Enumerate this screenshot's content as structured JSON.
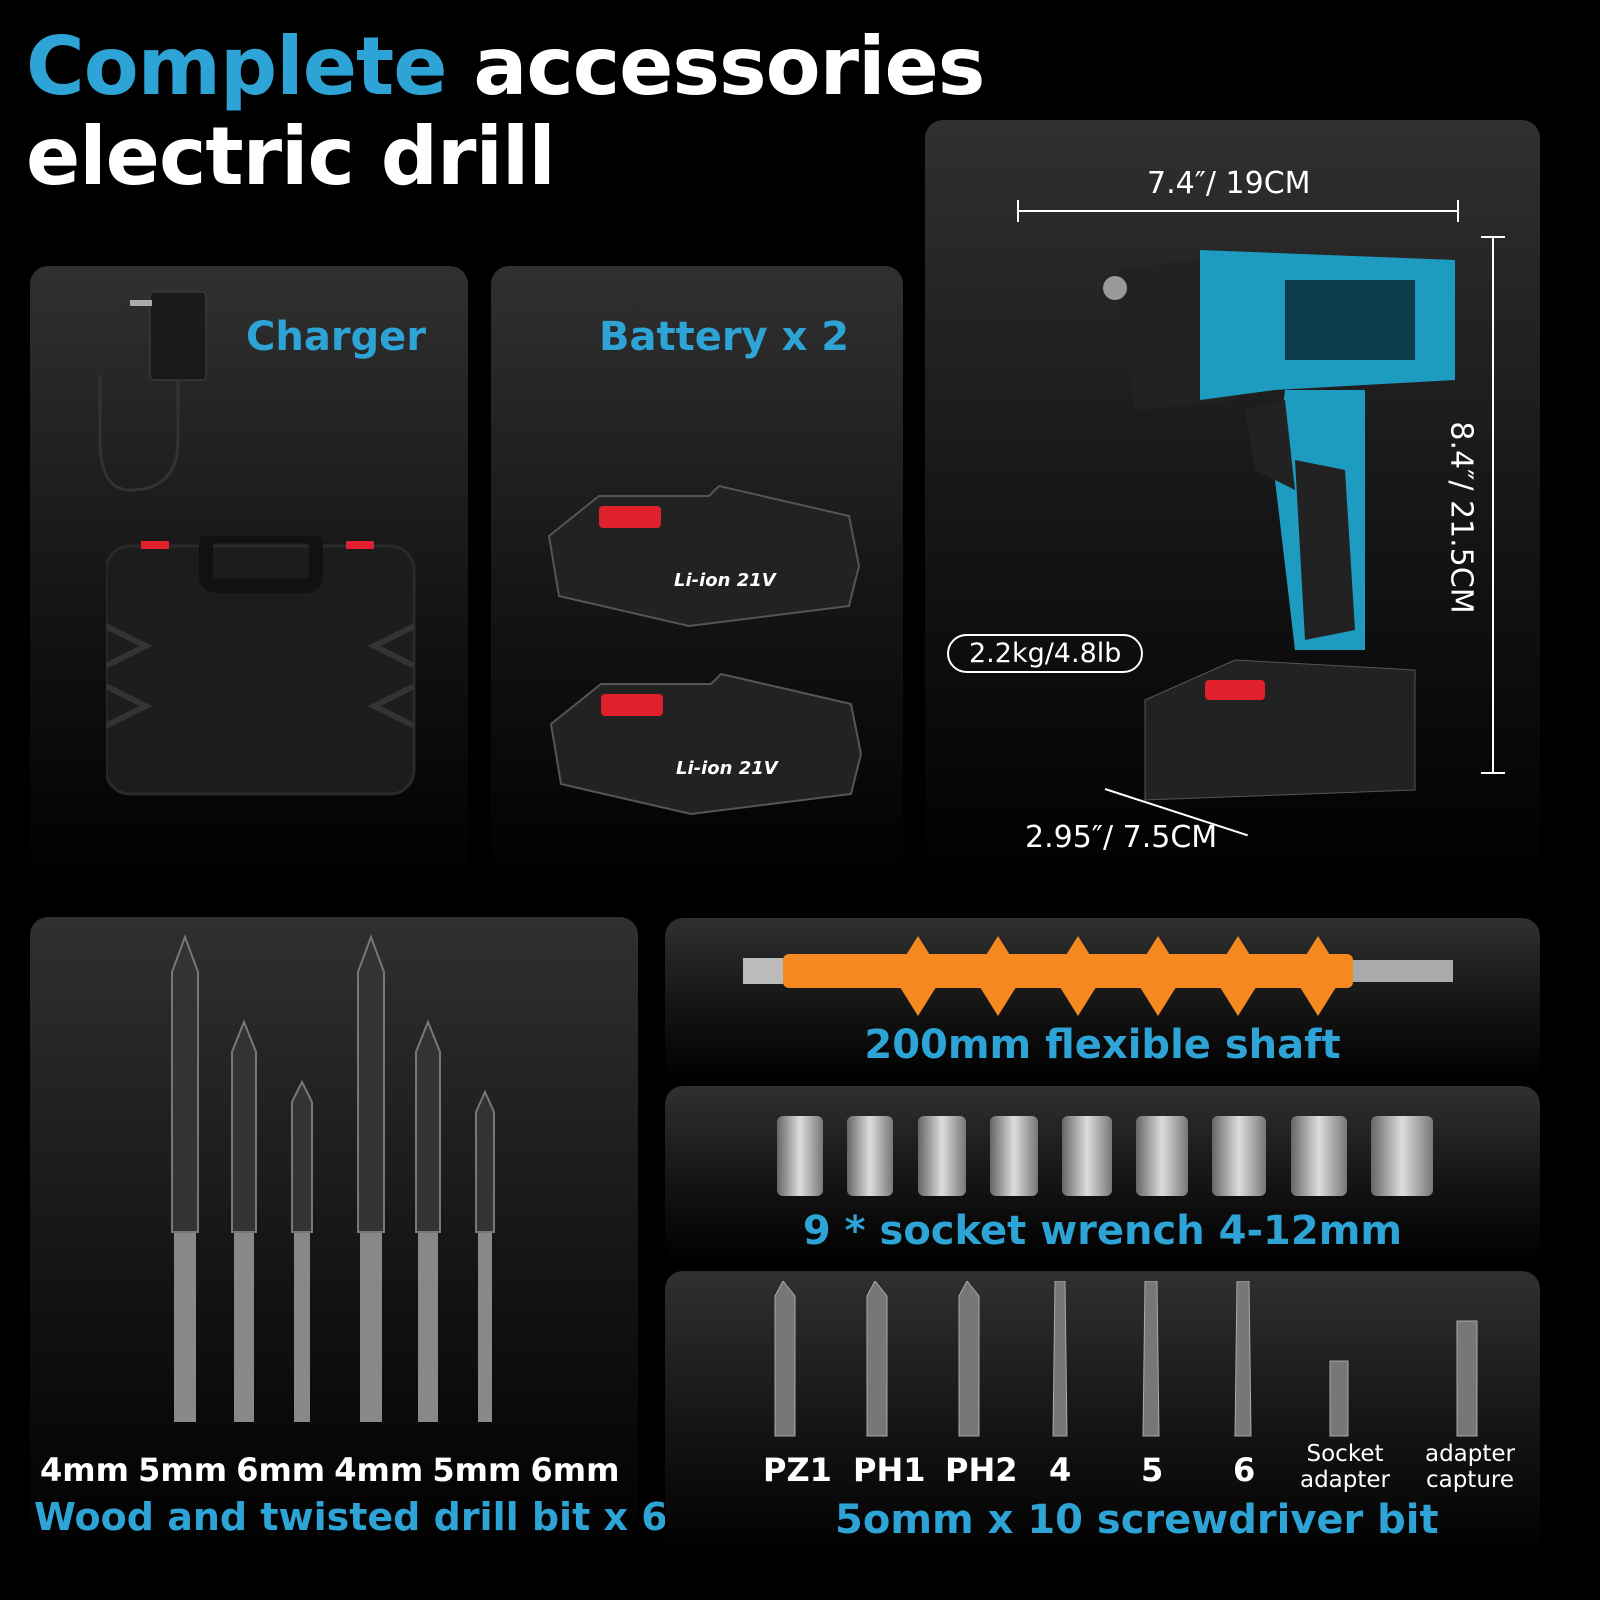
{
  "title": {
    "highlight": "Complete",
    "rest": "accessories",
    "line2": "electric drill"
  },
  "charger": {
    "label": "Charger"
  },
  "battery": {
    "label": "Battery x 2",
    "badge": "Li-ion 21V"
  },
  "drill": {
    "width": "7.4″/ 19CM",
    "height": "8.4″/ 21.5CM",
    "depth": "2.95″/ 7.5CM",
    "weight": "2.2kg/4.8lb"
  },
  "shaft": {
    "label": "200mm flexible shaft"
  },
  "sockets": {
    "label": "9 * socket wrench 4-12mm",
    "count": 9
  },
  "drill_bits": {
    "sizes": [
      "4mm",
      "5mm",
      "6mm",
      "4mm",
      "5mm",
      "6mm"
    ],
    "label": "Wood and twisted drill bit x 6"
  },
  "screwdriver": {
    "bits": [
      "PZ1",
      "PH1",
      "PH2",
      "4",
      "5",
      "6"
    ],
    "socket_adapter": "Socket adapter",
    "adapter_capture": "adapter capture",
    "label": "5omm x 10 screwdriver bit"
  },
  "colors": {
    "accent": "#2ea4d6",
    "orange": "#f5891f",
    "red": "#e0202a"
  }
}
